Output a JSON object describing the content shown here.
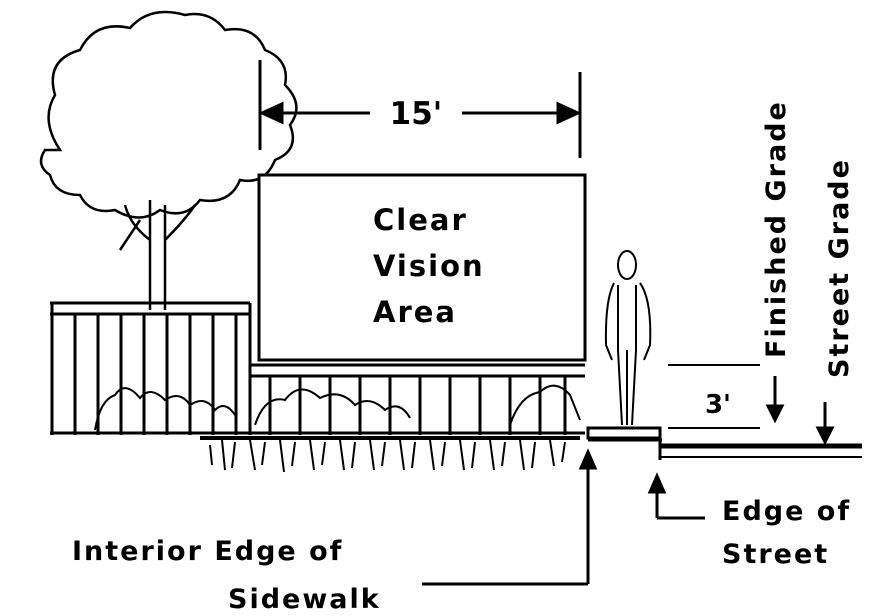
{
  "diagram": {
    "dimension_width": "15'",
    "box_lines": [
      "Clear",
      "Vision",
      "Area"
    ],
    "dimension_height": "3'",
    "finished_grade": "Finished Grade",
    "street_grade": "Street Grade",
    "edge_of_street": [
      "Edge of",
      "Street"
    ],
    "interior_edge": [
      "Interior Edge of",
      "Sidewalk"
    ]
  },
  "colors": {
    "ink": "#000000",
    "paper": "#ffffff"
  }
}
